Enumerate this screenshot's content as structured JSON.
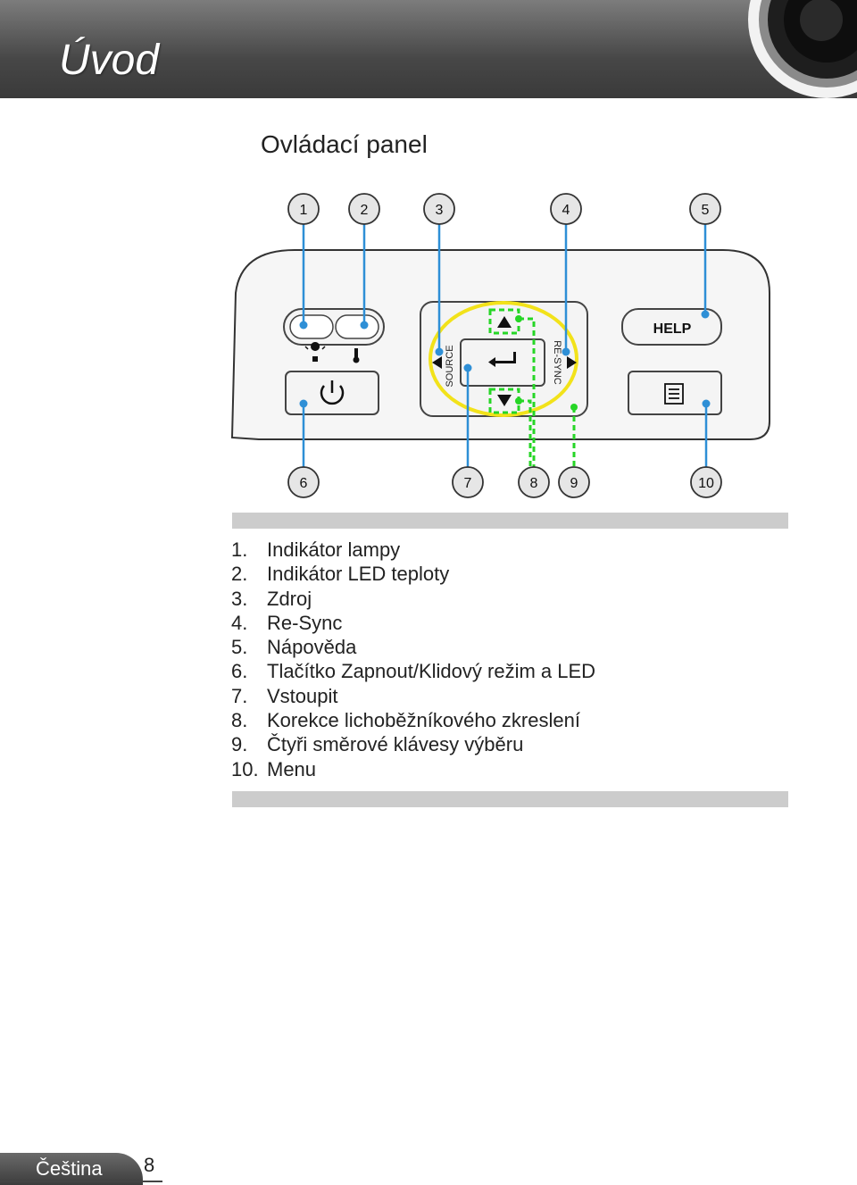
{
  "header": {
    "title": "Úvod"
  },
  "section": {
    "title": "Ovládací panel"
  },
  "diagram": {
    "top_callouts": [
      "1",
      "2",
      "3",
      "4",
      "5"
    ],
    "bottom_callouts": [
      "6",
      "7",
      "8",
      "9",
      "10"
    ],
    "source_label": "SOURCE",
    "resync_label": "RE-SYNC",
    "help_label": "HELP",
    "colors": {
      "callout_line": "#2e8fd6",
      "keystone_outline": "#26d626",
      "arrow_ring": "#f2e21a"
    }
  },
  "legend": {
    "items": [
      {
        "num": "1.",
        "text": "Indikátor lampy"
      },
      {
        "num": "2.",
        "text": "Indikátor LED teploty"
      },
      {
        "num": "3.",
        "text": "Zdroj"
      },
      {
        "num": "4.",
        "text": "Re-Sync"
      },
      {
        "num": "5.",
        "text": "Nápověda"
      },
      {
        "num": "6.",
        "text": "Tlačítko Zapnout/Klidový režim a LED"
      },
      {
        "num": "7.",
        "text": "Vstoupit"
      },
      {
        "num": "8.",
        "text": "Korekce lichoběžníkového zkreslení"
      },
      {
        "num": "9.",
        "text": "Čtyři směrové klávesy výběru"
      },
      {
        "num": "10.",
        "text": "Menu"
      }
    ]
  },
  "footer": {
    "language": "Čeština",
    "page_number": "8"
  }
}
